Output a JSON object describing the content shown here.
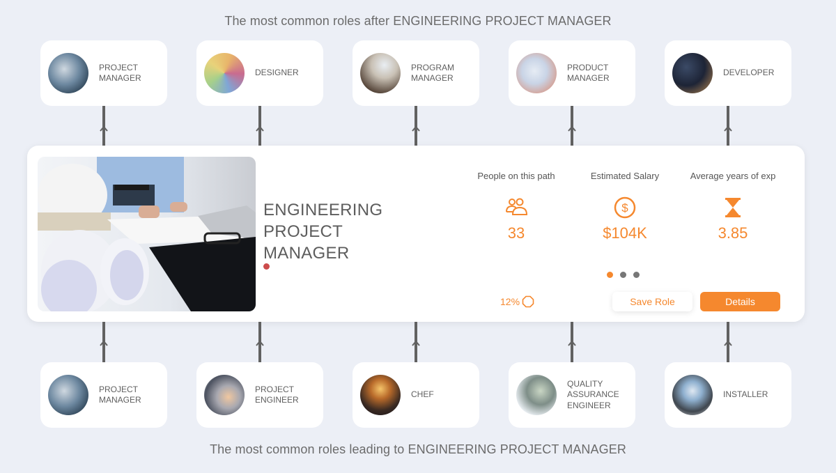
{
  "captions": {
    "top": "The most common roles after ENGINEERING PROJECT MANAGER",
    "bottom": "The most common roles leading to ENGINEERING PROJECT MANAGER"
  },
  "next_roles": [
    {
      "label": "PROJECT MANAGER",
      "image": "office-team-laptop"
    },
    {
      "label": "DESIGNER",
      "image": "design-studio-color-wheel"
    },
    {
      "label": "PROGRAM MANAGER",
      "image": "people-with-tablet"
    },
    {
      "label": "PRODUCT MANAGER",
      "image": "hands-with-charts"
    },
    {
      "label": "DEVELOPER",
      "image": "code-on-monitor"
    }
  ],
  "previous_roles": [
    {
      "label": "PROJECT MANAGER",
      "image": "office-team-laptop"
    },
    {
      "label": "PROJECT ENGINEER",
      "image": "engineer-double-exposure"
    },
    {
      "label": "CHEF",
      "image": "chef-flame-kitchen"
    },
    {
      "label": "QUALITY ASSURANCE ENGINEER",
      "image": "lab-technician"
    },
    {
      "label": "INSTALLER",
      "image": "person-with-tablet"
    }
  ],
  "current_role": {
    "title": "ENGINEERING PROJECT MANAGER",
    "image": "engineer-drawing-blueprints",
    "stats": [
      {
        "label": "People on this path",
        "icon": "people-icon",
        "value": "33"
      },
      {
        "label": "Estimated Salary",
        "icon": "dollar-circle-icon",
        "value": "$104K"
      },
      {
        "label": "Average years of exp",
        "icon": "hourglass-icon",
        "value": "3.85"
      }
    ],
    "pagination": {
      "total": 3,
      "active": 0
    },
    "match_percent": "12%",
    "buttons": {
      "save": "Save Role",
      "details": "Details"
    }
  },
  "colors": {
    "accent": "#f5882e",
    "background": "#eceff6",
    "connector": "#616161",
    "indicator_red": "#cc4c4c"
  }
}
